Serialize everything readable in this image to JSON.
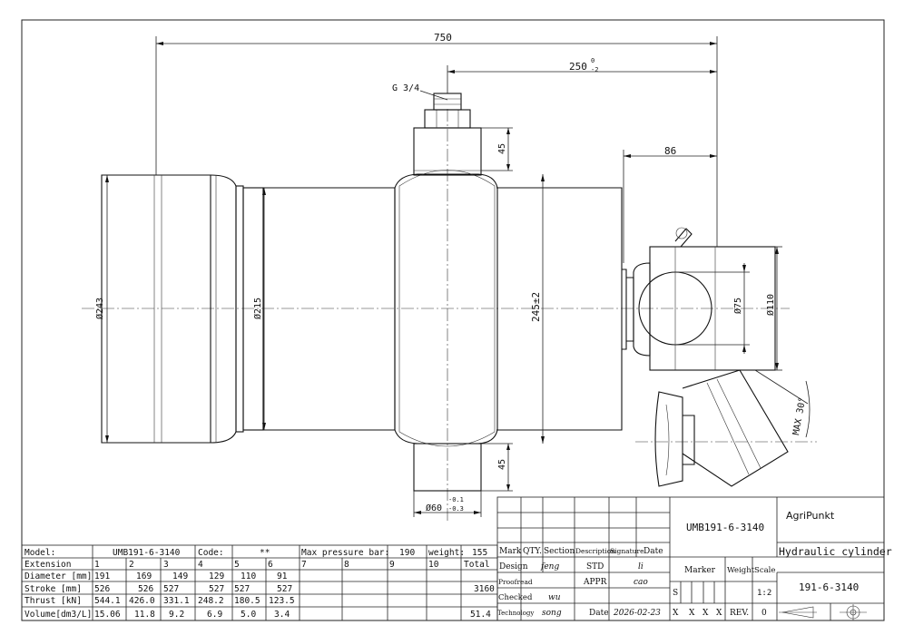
{
  "dimensions": {
    "overall_length": "750",
    "port_position": "250",
    "port_position_tol_upper": "0",
    "port_position_tol_lower": "-2",
    "port_thread": "G 3/4",
    "trunnion_height_top": "45",
    "trunnion_height_bottom": "45",
    "eye_offset": "86",
    "diameter_1": "Ø243",
    "diameter_2": "Ø215",
    "trunnion_span": "245±2",
    "eye_bore": "Ø75",
    "eye_outer": "Ø110",
    "trunnion_diameter": "Ø60",
    "trunnion_tol_upper": "-0.1",
    "trunnion_tol_lower": "-0.3",
    "max_angle": "MAX 30°"
  },
  "spec_table": {
    "model_label": "Model:",
    "model_value": "UMB191-6-3140",
    "code_label": "Code:",
    "code_value": "**",
    "pressure_label": "Max pressure bar:",
    "pressure_value": "190",
    "weight_label": "weight:",
    "weight_value": "155",
    "rows": [
      {
        "label": "Extension",
        "values": [
          "1",
          "2",
          "3",
          "4",
          "5",
          "6",
          "7",
          "8",
          "9",
          "10"
        ],
        "total": "Total"
      },
      {
        "label": "Diameter [mm]",
        "values": [
          "191",
          "169",
          "149",
          "129",
          "110",
          "91",
          "",
          "",
          "",
          ""
        ],
        "total": ""
      },
      {
        "label": "Stroke [mm]",
        "values": [
          "526",
          "526",
          "527",
          "527",
          "527",
          "527",
          "",
          "",
          "",
          ""
        ],
        "total": "3160"
      },
      {
        "label": "Thrust [kN]",
        "values": [
          "544.1",
          "426.0",
          "331.1",
          "248.2",
          "180.5",
          "123.5",
          "",
          "",
          "",
          ""
        ],
        "total": ""
      },
      {
        "label": "Volume[dm3/L]",
        "values": [
          "15.06",
          "11.8",
          "9.2",
          "6.9",
          "5.0",
          "3.4",
          "",
          "",
          "",
          ""
        ],
        "total": "51.4"
      }
    ]
  },
  "title_block": {
    "company": "AgriPunkt",
    "drawing_number": "UMB191-6-3140",
    "title": "Hydraulic cylinder",
    "part_number": "191-6-3140",
    "headers": {
      "mark": "Mark",
      "qty": "QTY.",
      "section": "Section",
      "description": "Description",
      "signature": "Signature",
      "date": "Date"
    },
    "roles": {
      "design": "Design",
      "proofread": "Proofread",
      "checked": "Checked",
      "technology": "Technology"
    },
    "std_label": "STD",
    "appr_label": "APPR",
    "date_label": "Date",
    "date_value": "2026-02-23",
    "signatures": {
      "design": "feng",
      "checked": "wu",
      "technology": "song",
      "std": "li",
      "appr": "cao"
    },
    "marker_label": "Marker",
    "weight_label": "Weight",
    "scale_label": "Scale",
    "scale_value": "1:2",
    "s_label": "S",
    "marker_row": [
      "X",
      "X",
      "X",
      "X"
    ],
    "rev_label": "REV.",
    "rev_value": "0"
  }
}
